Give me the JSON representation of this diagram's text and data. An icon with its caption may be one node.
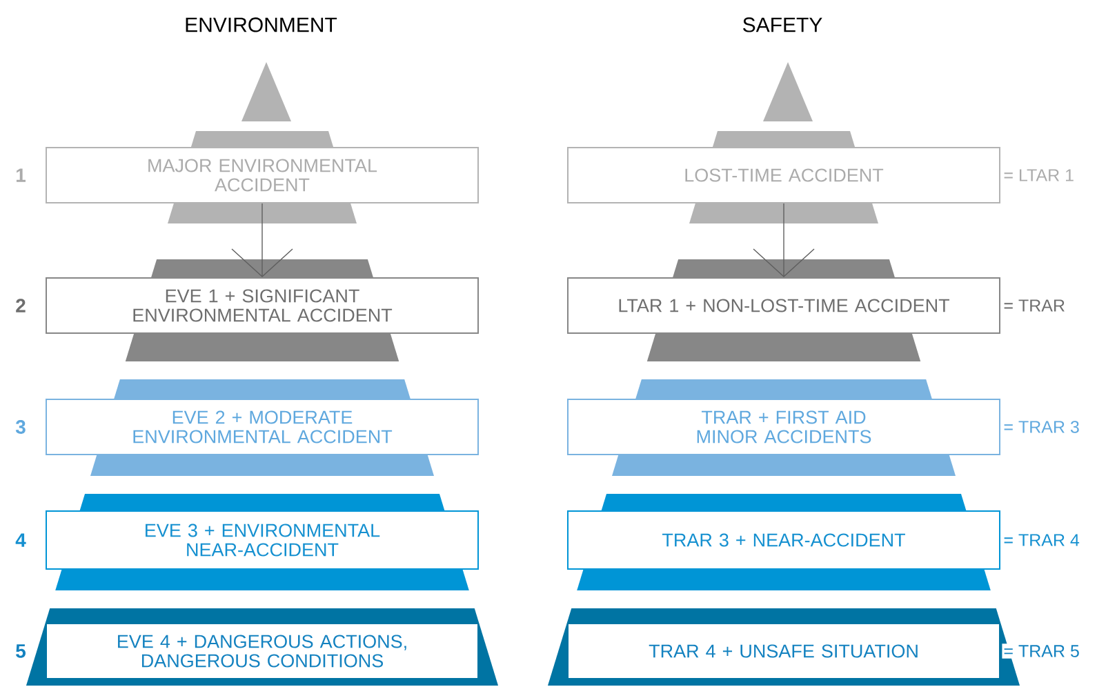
{
  "diagram": {
    "nodes": [
      {
        "text": [
          "MAJOR ENVIRONMENTAL ACCIDENT"
        ]
      },
      {
        "text": [
          "EVE 1 + SIGNIFICANT ENVIRONMENTAL ACCIDENT"
        ]
      },
      {
        "text": [
          "EVE 2 + MODERATE ENVIRONMENTAL ACCIDENT"
        ]
      },
      {
        "text": [
          "EVE 3 + ENVIRONMENTAL NEAR-ACCIDENT"
        ]
      },
      {
        "text": [
          "EVE 4 + DANGEROUS ACTIONS, DANGEROUS CONDITIONS"
        ]
      },
      {
        "text": [
          "LOST-TIME ACCIDENT"
        ],
        "beside": [
          "= LTAR 1"
        ]
      },
      {
        "text": [
          "LTAR 1 + NON-LOST-TIME ACCIDENT"
        ],
        "beside": [
          "= TRAR"
        ]
      },
      {
        "text": [
          "TRAR + FIRST AID MINOR ACCIDENTS"
        ],
        "beside": [
          "= TRAR 3"
        ]
      },
      {
        "text": [
          "TRAR 3 + NEAR-ACCIDENT"
        ],
        "beside": [
          "= TRAR 4"
        ]
      },
      {
        "text": [
          "TRAR 4 + UNSAFE SITUATION"
        ],
        "beside": [
          "= TRAR 5"
        ]
      }
    ],
    "edges": [
      {
        "from": 0,
        "to": 1,
        "arrow": "to"
      },
      {
        "from": 5,
        "to": 6,
        "arrow": "to"
      }
    ],
    "labels": [
      "ENVIRONMENT",
      "SAFETY",
      "1",
      "2",
      "3",
      "4",
      "5"
    ]
  }
}
